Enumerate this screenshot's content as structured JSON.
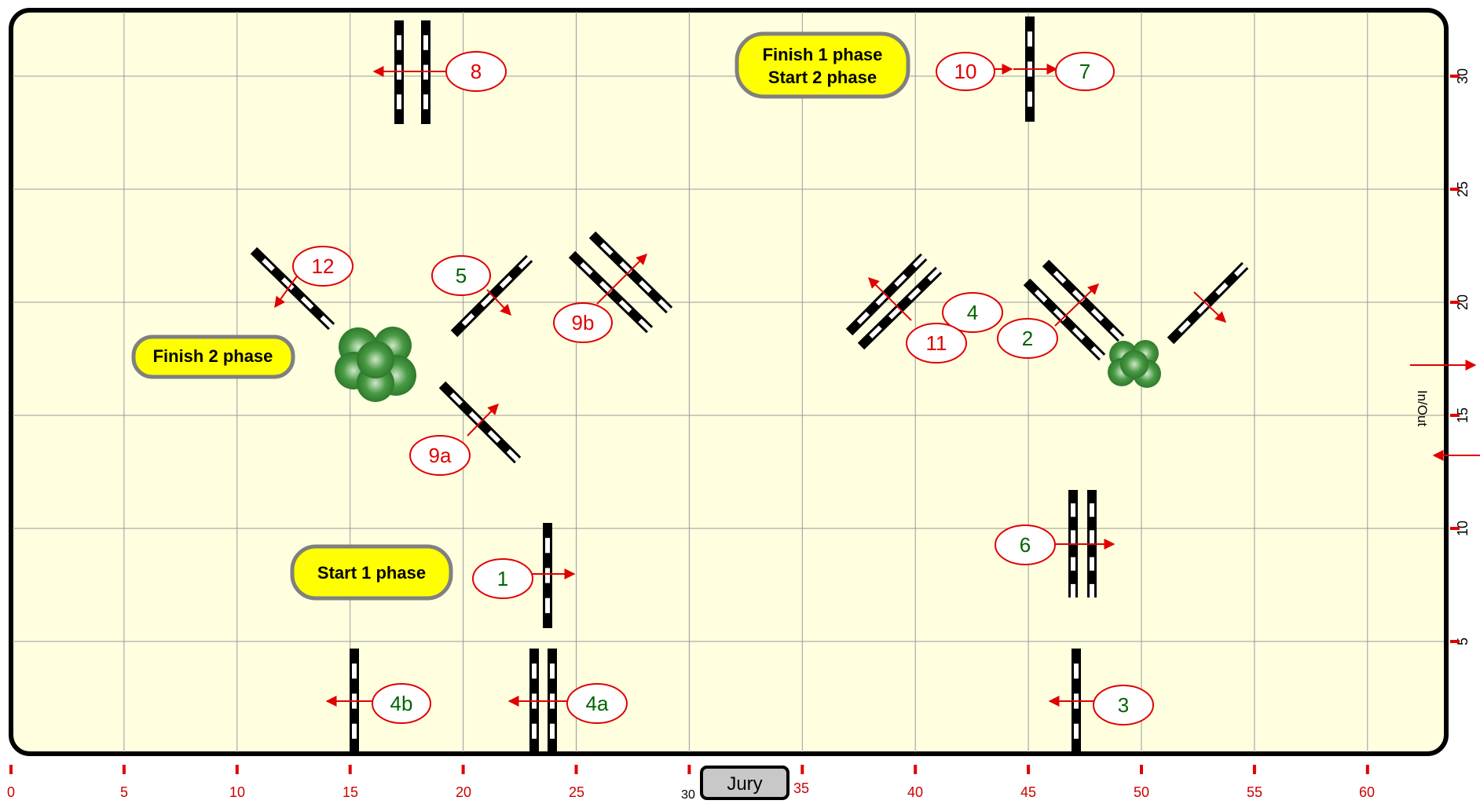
{
  "arena": {
    "x_ticks": [
      "0",
      "5",
      "10",
      "15",
      "20",
      "25",
      "30",
      "35",
      "40",
      "45",
      "50",
      "55",
      "60"
    ],
    "y_ticks": [
      "5",
      "10",
      "15",
      "20",
      "25",
      "30"
    ],
    "in_out_label": "In/Out",
    "jury_label": "Jury"
  },
  "phases": [
    {
      "id": "finish1",
      "lines": [
        "Finish 1 phase",
        "Start 2 phase"
      ]
    },
    {
      "id": "finish2",
      "lines": [
        "Finish 2 phase"
      ]
    },
    {
      "id": "start1",
      "lines": [
        "Start 1  phase"
      ]
    }
  ],
  "fences": [
    {
      "id": "8",
      "label": "8",
      "label_color": "#e00000"
    },
    {
      "id": "10",
      "label": "10",
      "label_color": "#e00000"
    },
    {
      "id": "7",
      "label": "7",
      "label_color": "#006400"
    },
    {
      "id": "12",
      "label": "12",
      "label_color": "#e00000"
    },
    {
      "id": "5",
      "label": "5",
      "label_color": "#006400"
    },
    {
      "id": "9b",
      "label": "9b",
      "label_color": "#e00000"
    },
    {
      "id": "4",
      "label": "4",
      "label_color": "#006400"
    },
    {
      "id": "11",
      "label": "11",
      "label_color": "#e00000"
    },
    {
      "id": "2",
      "label": "2",
      "label_color": "#006400"
    },
    {
      "id": "9a",
      "label": "9a",
      "label_color": "#e00000"
    },
    {
      "id": "6",
      "label": "6",
      "label_color": "#006400"
    },
    {
      "id": "1",
      "label": "1",
      "label_color": "#006400"
    },
    {
      "id": "4b",
      "label": "4b",
      "label_color": "#006400"
    },
    {
      "id": "4a",
      "label": "4a",
      "label_color": "#006400"
    },
    {
      "id": "3",
      "label": "3",
      "label_color": "#006400"
    }
  ],
  "colors": {
    "arena_fill": "#ffffe0",
    "grid": "#999999",
    "phase_fill": "#ffff00",
    "phase_border": "#808080",
    "arrow": "#e00000",
    "jury_fill": "#c8c8c8"
  }
}
